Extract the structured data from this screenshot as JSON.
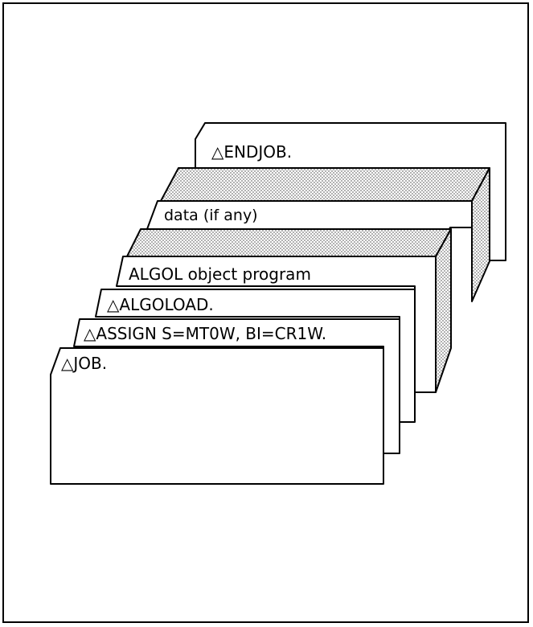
{
  "cards": {
    "endjob": "△ENDJOB.",
    "data": "data (if any)",
    "object_program": "ALGOL object program",
    "algoload": "△ALGOLOAD.",
    "assign": "△ASSIGN S=MT0W,  BI=CR1W.",
    "job": "△JOB."
  },
  "colors": {
    "stroke": "#000000",
    "card_fill": "#ffffff",
    "stipple": "#9a9a9a"
  }
}
